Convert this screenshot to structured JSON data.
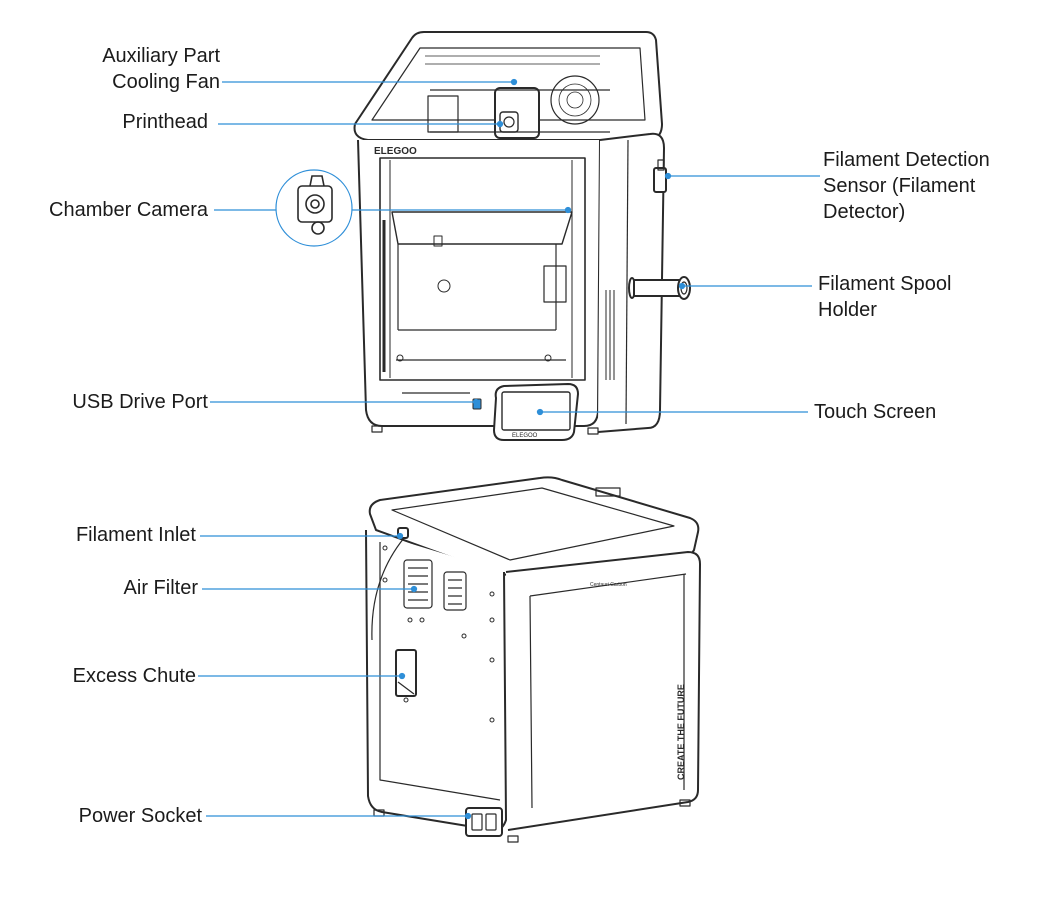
{
  "labels": {
    "aux_fan_1": "Auxiliary Part",
    "aux_fan_2": "Cooling Fan",
    "printhead": "Printhead",
    "chamber_camera": "Chamber Camera",
    "usb_port": "USB Drive Port",
    "filament_detection_1": "Filament Detection",
    "filament_detection_2": "Sensor (Filament",
    "filament_detection_3": "Detector)",
    "spool_holder_1": "Filament Spool",
    "spool_holder_2": "Holder",
    "touch_screen": "Touch Screen",
    "filament_inlet": "Filament Inlet",
    "air_filter": "Air Filter",
    "excess_chute": "Excess Chute",
    "power_socket": "Power Socket"
  },
  "brand": {
    "front_logo": "ELEGOO",
    "screen_logo": "ELEGOO",
    "side_slogan": "CREATE THE FUTURE",
    "top_emboss": "Centauri Carbon"
  },
  "colors": {
    "leader_line": "#2f8fd8",
    "outline": "#2a2a2a",
    "text": "#1b1b1b"
  }
}
